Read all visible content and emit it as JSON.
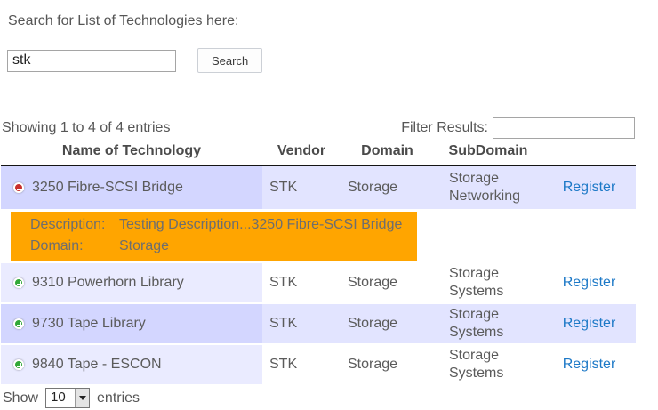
{
  "search_section": {
    "label": "Search for List of Technologies here:",
    "input_value": "stk",
    "button_label": "Search"
  },
  "controls": {
    "showing_text": "Showing 1 to 4 of 4 entries",
    "filter_label": "Filter Results:",
    "filter_value": ""
  },
  "table": {
    "headers": {
      "name": "Name of Technology",
      "vendor": "Vendor",
      "domain": "Domain",
      "subdomain": "SubDomain",
      "action": ""
    },
    "rows": [
      {
        "name": "3250 Fibre-SCSI Bridge",
        "vendor": "STK",
        "domain": "Storage",
        "subdomain": "Storage Networking",
        "action": "Register",
        "state": "expanded",
        "icon": "collapse-icon"
      },
      {
        "name": "9310 Powerhorn Library",
        "vendor": "STK",
        "domain": "Storage",
        "subdomain": "Storage Systems",
        "action": "Register",
        "state": "collapsed",
        "icon": "expand-icon"
      },
      {
        "name": "9730 Tape Library",
        "vendor": "STK",
        "domain": "Storage",
        "subdomain": "Storage Systems",
        "action": "Register",
        "state": "collapsed",
        "icon": "expand-icon"
      },
      {
        "name": "9840 Tape - ESCON",
        "vendor": "STK",
        "domain": "Storage",
        "subdomain": "Storage Systems",
        "action": "Register",
        "state": "collapsed",
        "icon": "expand-icon"
      }
    ],
    "detail_panel": {
      "description_label": "Description:",
      "description_value": "Testing Description...3250 Fibre-SCSI Bridge",
      "domain_label": "Domain:",
      "domain_value": "Storage"
    }
  },
  "footer": {
    "show_label": "Show",
    "page_size_value": "10",
    "entries_label": "entries"
  },
  "colors": {
    "odd_row": "#E2E4FF",
    "odd_sorted_cell": "#D3D6FF",
    "even_row": "#FFFFFF",
    "even_sorted_cell": "#EAEBFF",
    "detail_highlight": "#FFA500",
    "link_blue": "#1D79C7",
    "expand_icon_green": "#31A837",
    "collapse_icon_red": "#C9302C",
    "header_border": "#141414"
  }
}
